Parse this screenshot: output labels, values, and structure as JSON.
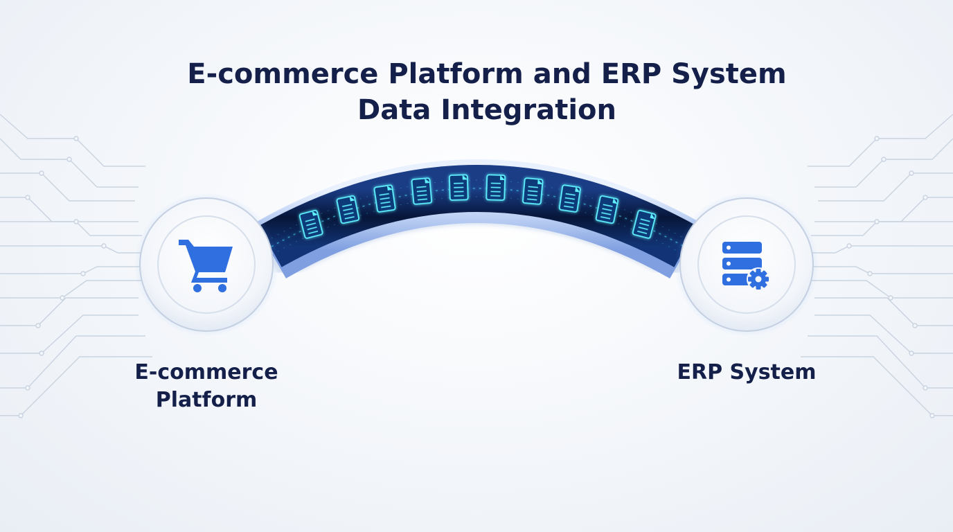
{
  "title": {
    "line1": "E-commerce Platform and ERP System",
    "line2": "Data Integration"
  },
  "nodes": {
    "left": {
      "label_line1": "E-commerce",
      "label_line2": "Platform",
      "icon": "shopping-cart-icon"
    },
    "right": {
      "label": "ERP System",
      "icon": "server-gear-icon"
    }
  },
  "connection": {
    "packet_icon": "document-icon",
    "packet_count": 10
  },
  "colors": {
    "title": "#14204a",
    "accent": "#2f6fe0",
    "pipe_dark": "#0b1f4d",
    "glow": "#4de0ff"
  }
}
